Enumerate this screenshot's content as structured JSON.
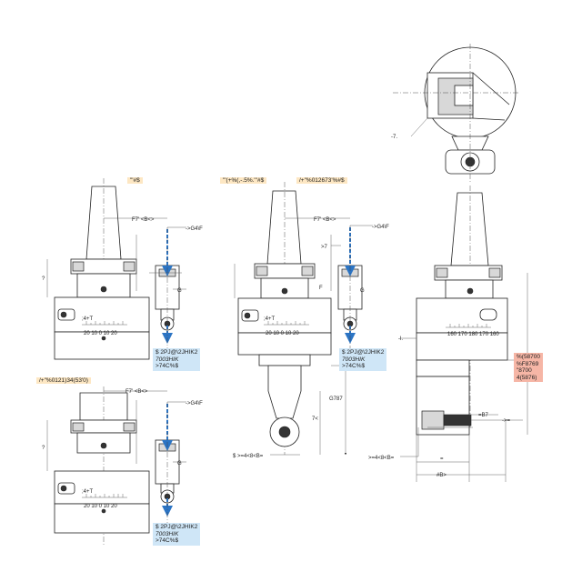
{
  "labels": {
    "top_left_title": "\"'#$",
    "top_mid_title_a": "'\"(+%(,-.5%.\"'#$",
    "top_mid_title_b": "/+\"%012673'%#$",
    "bottom_left_title": "/+\"%0121)34(53'0)",
    "dim_f7_left": "F7' <B<>",
    "dim_g4f_left": "->G4\\F",
    "dim_f7_mid": "F7' <B<>",
    "dim_g4f_mid": "->G4\\F",
    "dim_f7_bottom": "F7' <B<>",
    "dim_g4f_bottom": "->G4\\F",
    "mark_g_left": "G",
    "mark_g_mid": "G",
    "mark_g_bottom": "G",
    "mark_f_mid": "F",
    "mark_gt7_mid": ">7",
    "plate_left": ";4+T",
    "plate_mid": ";4+T",
    "plate_bottom": ";4+T",
    "scale_left": "20 10  0  10 20",
    "scale_mid": "20 10  0  10 20",
    "scale_bottom": "20 10  0  10 20",
    "scale_right": "160 170 180 170 160",
    "dim_g787": "G787",
    "dim_7c": "7<",
    "dim_bottom_mid": "$ >=4<8<B=",
    "dim_right_top": "-7.",
    "dim_right_l": "-l.",
    "dim_right_b7": "=B7",
    "dim_right_arrow": "->=",
    "dim_right_bottom_a": ">=4<8<B=",
    "dim_right_bottom_b": "#B>",
    "dim_right_small": "=",
    "dim_left_h": "?",
    "dim_bottom_h": "?"
  },
  "blue_tags": {
    "left": [
      "$ 2PJ@\\2JHIK2",
      "7003HIK",
      ">74C%$"
    ],
    "mid": [
      "$ 2PJ@\\2JHIK2",
      "7003HIK",
      ">74C%$"
    ],
    "bottom": [
      "$ 2PJ@\\2JHIK2",
      "7003HIK",
      ">74C%$"
    ]
  },
  "red_tag": [
    "%(58700",
    "%F8769",
    "\"8700",
    "4(5876)"
  ],
  "colors": {
    "flow_arrow": "#2b74c4",
    "tag_orange": "#fde7c3",
    "tag_blue": "#cfe6f7",
    "tag_red": "#f6b6a6"
  }
}
